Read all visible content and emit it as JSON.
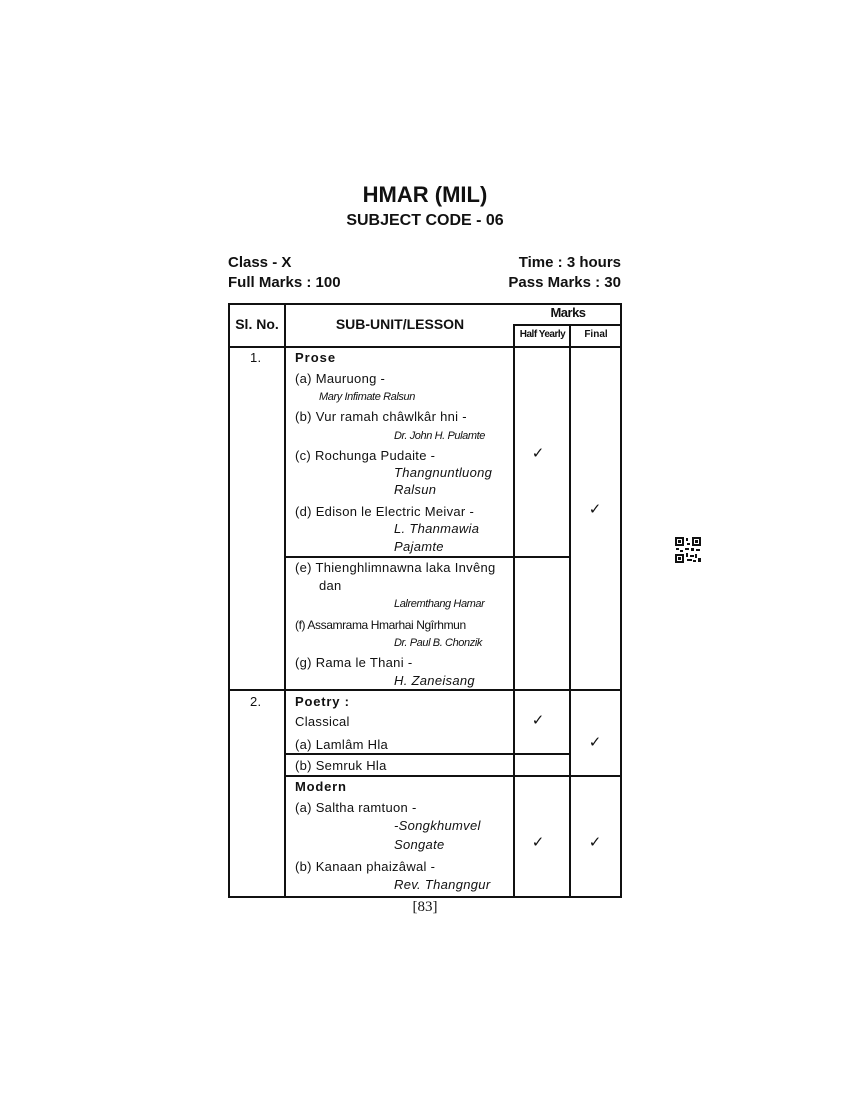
{
  "title": "HMAR (MIL)",
  "subtitle": "SUBJECT CODE - 06",
  "class": "Class - X",
  "time": "Time : 3 hours",
  "full_marks": "Full Marks : 100",
  "pass_marks": "Pass Marks : 30",
  "table": {
    "headers": {
      "sl": "Sl. No.",
      "sub": "SUB-UNIT/LESSON",
      "marks": "Marks",
      "half": "Half Yearly",
      "final": "Final"
    },
    "check": "✓",
    "s1": {
      "no": "1.",
      "heading": "Prose",
      "a": "(a) Mauruong -",
      "a_author": "Mary Infimate Ralsun",
      "b": "(b) Vur ramah châwlkâr hni -",
      "b_author": "Dr. John H. Pulamte",
      "c": "(c) Rochunga Pudaite -",
      "c_author1": "Thangnuntluong",
      "c_author2": "Ralsun",
      "d": "(d) Edison le Electric Meivar -",
      "d_author1": "L. Thanmawia",
      "d_author2": "Pajamte",
      "e": "(e) Thienghlimnawna laka Invêng",
      "e2": "dan",
      "e_author": "Lalremthang Hamar",
      "f": "(f)  Assamrama Hmarhai Ngîrhmun",
      "f_author": "Dr. Paul B. Chonzik",
      "g": "(g) Rama le Thani -",
      "g_author": "H. Zaneisang"
    },
    "s2": {
      "no": "2.",
      "heading": "Poetry :",
      "classical": "Classical",
      "ca": "(a) Lamlâm Hla",
      "cb": "(b) Semruk Hla",
      "modern": "Modern",
      "ma": "(a) Saltha ramtuon -",
      "ma_author1": "-Songkhumvel",
      "ma_author2": "Songate",
      "mb": "(b) Kanaan phaizâwal -",
      "mb_author": "Rev. Thangngur"
    }
  },
  "page_number": "[83]"
}
